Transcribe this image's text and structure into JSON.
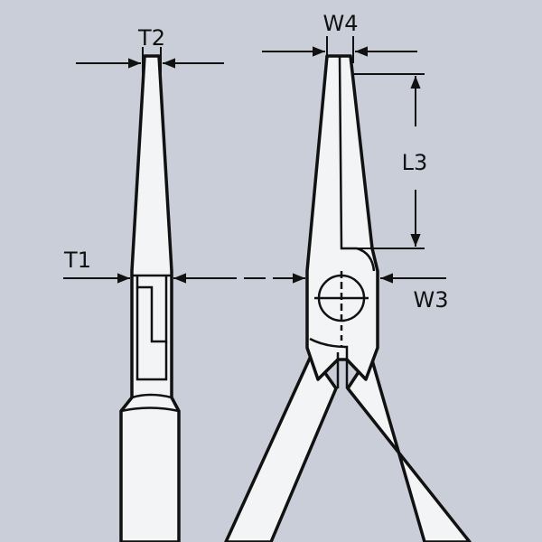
{
  "labels": {
    "t2": "T2",
    "w4": "W4",
    "l3": "L3",
    "t1": "T1",
    "w3": "W3"
  },
  "colors": {
    "background": "#c9ced8",
    "fill": "#f3f4f6",
    "line": "#111111"
  }
}
